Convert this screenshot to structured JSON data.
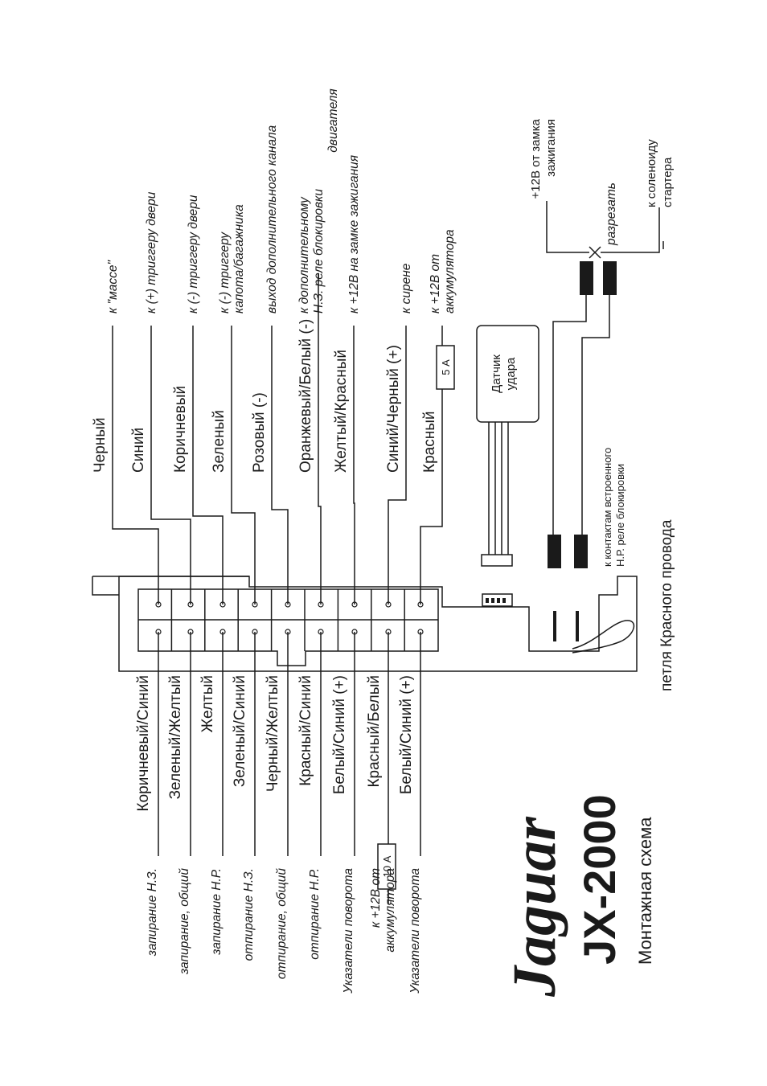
{
  "brand": {
    "logo": "Jaguar",
    "model": "JX-2000",
    "subtitle": "Монтажная схема"
  },
  "connector_top_row": {
    "wires": [
      {
        "color": "Черный",
        "dest": "к \"массе\""
      },
      {
        "color": "Синий",
        "dest": "к (+) триггеру двери"
      },
      {
        "color": "Коричневый",
        "dest": "к (-) триггеру двери"
      },
      {
        "color": "Зеленый",
        "dest_line1": "к (-) триггеру",
        "dest_line2": "капота/багажника"
      },
      {
        "color": "Розовый (-)",
        "dest": "выход дополнительного канала"
      },
      {
        "color": "Оранжевый/Белый (-)",
        "dest_line1": "к дополнительному",
        "dest_line2": "Н.З. реле блокировки",
        "dest_line3": "двигателя"
      },
      {
        "color": "Желтый/Красный",
        "dest": "к +12В на замке зажигания"
      },
      {
        "color": "Синий/Черный (+)",
        "dest": "к сирене"
      },
      {
        "color": "Красный",
        "dest_line1": "к +12В от",
        "dest_line2": "аккумулятора",
        "fuse": "5 А"
      }
    ]
  },
  "connector_bottom_row": {
    "wires": [
      {
        "color": "Коричневый/Синий",
        "dest": "запирание Н.З."
      },
      {
        "color": "Зеленый/Желтый",
        "dest": "запирание, общий"
      },
      {
        "color": "Желтый",
        "dest": "запирание Н.Р."
      },
      {
        "color": "Зеленый/Синий",
        "dest": "отпирание Н.З."
      },
      {
        "color": "Черный/Желтый",
        "dest": "отпирание, общий"
      },
      {
        "color": "Красный/Синий",
        "dest": "отпирание Н.Р."
      },
      {
        "color": "Белый/Синий (+)",
        "dest": "Указатели поворота"
      },
      {
        "color": "Красный/Белый",
        "dest_line1": "к +12В от",
        "dest_line2": "аккумулятора",
        "fuse": "10 А"
      },
      {
        "color": "Белый/Синий (+)",
        "dest": "Указатели поворота"
      }
    ]
  },
  "shock_sensor": {
    "line1": "Датчик",
    "line2": "удара"
  },
  "relay_note": {
    "line1": "к контактам встроенного",
    "line2": "Н.Р. реле блокировки"
  },
  "ignition": {
    "line1": "+12В от замка",
    "line2": "зажигания"
  },
  "cut": "разрезать",
  "starter": {
    "line1": "к соленоиду",
    "line2": "стартера"
  },
  "loop": "петля Красного провода"
}
